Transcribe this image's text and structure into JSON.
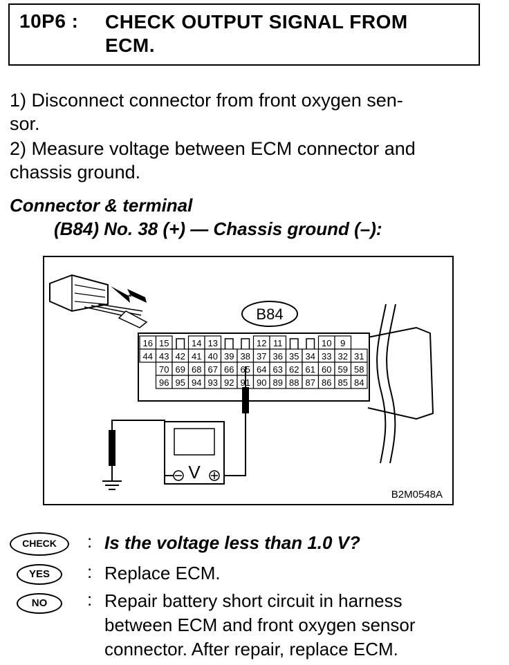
{
  "header": {
    "code": "10P6 :",
    "title_line1": "CHECK OUTPUT SIGNAL FROM",
    "title_line2": "ECM."
  },
  "steps": [
    {
      "line1": "1) Disconnect connector from front oxygen sen-",
      "line2": "sor."
    },
    {
      "line1": "2) Measure voltage between ECM connector and",
      "line2": "chassis ground."
    }
  ],
  "connector_terminal": {
    "title": "Connector & terminal",
    "spec": "(B84) No. 38 (+) — Chassis ground (–):"
  },
  "figure": {
    "connector_label": "B84",
    "figure_code": "B2M0548A",
    "meter_symbol": "V",
    "row1": [
      "16",
      "15",
      "",
      "14",
      "13",
      "",
      "",
      "12",
      "11",
      "",
      "",
      "10",
      "9"
    ],
    "row2": [
      "44",
      "43",
      "42",
      "41",
      "40",
      "39",
      "38",
      "37",
      "36",
      "35",
      "34",
      "33",
      "32",
      "31"
    ],
    "row3": [
      "",
      "70",
      "69",
      "68",
      "67",
      "66",
      "65",
      "64",
      "63",
      "62",
      "61",
      "60",
      "59",
      "58"
    ],
    "row4": [
      "",
      "96",
      "95",
      "94",
      "93",
      "92",
      "91",
      "90",
      "89",
      "88",
      "87",
      "86",
      "85",
      "84"
    ]
  },
  "results": {
    "check_badge": "CHECK",
    "question": "Is the voltage less than 1.0 V?",
    "yes_badge": "YES",
    "yes_text": "Replace ECM.",
    "no_badge": "NO",
    "no_line1": "Repair battery short circuit in harness",
    "no_line2": "between ECM and front oxygen sensor",
    "no_line3": "connector. After repair, replace ECM."
  }
}
